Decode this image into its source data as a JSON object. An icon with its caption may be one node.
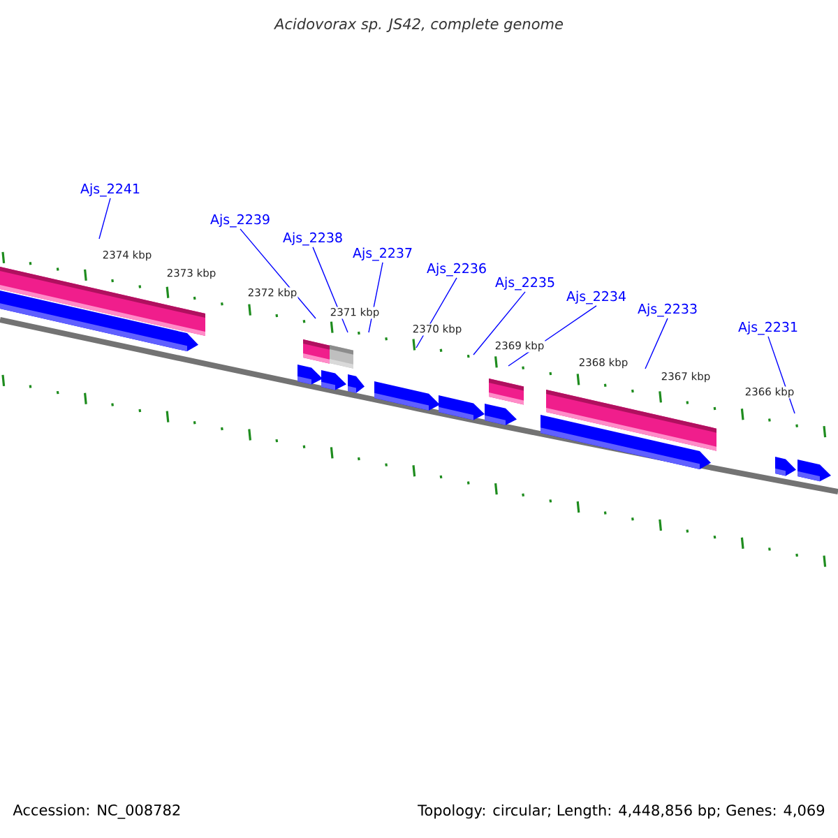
{
  "diagram": {
    "title": "Acidovorax sp. JS42, complete genome",
    "nodes": [
      {
        "text": [
          "Ajs_2241"
        ]
      },
      {
        "text": [
          "Ajs_2239"
        ]
      },
      {
        "text": [
          "Ajs_2238"
        ]
      },
      {
        "text": [
          "Ajs_2237"
        ]
      },
      {
        "text": [
          "Ajs_2236"
        ]
      },
      {
        "text": [
          "Ajs_2235"
        ]
      },
      {
        "text": [
          "Ajs_2234"
        ]
      },
      {
        "text": [
          "Ajs_2233"
        ]
      },
      {
        "text": [
          "Ajs_2231"
        ]
      }
    ],
    "edges": [
      {
        "from": 0,
        "to": null,
        "arrow": "none"
      },
      {
        "from": 1,
        "to": null,
        "arrow": "none"
      },
      {
        "from": 2,
        "to": null,
        "arrow": "none"
      },
      {
        "from": 3,
        "to": null,
        "arrow": "none"
      },
      {
        "from": 4,
        "to": null,
        "arrow": "none"
      },
      {
        "from": 5,
        "to": null,
        "arrow": "none"
      },
      {
        "from": 6,
        "to": null,
        "arrow": "none"
      },
      {
        "from": 7,
        "to": null,
        "arrow": "none"
      },
      {
        "from": 8,
        "to": null,
        "arrow": "none"
      }
    ],
    "labels": [
      "2374 kbp",
      "2373 kbp",
      "2372 kbp",
      "2371 kbp",
      "2370 kbp",
      "2369 kbp",
      "2368 kbp",
      "2367 kbp",
      "2366 kbp",
      "Accession: NC_008782",
      "Topology: circular; Length: 4,448,856 bp; Genes: 4,069"
    ]
  }
}
